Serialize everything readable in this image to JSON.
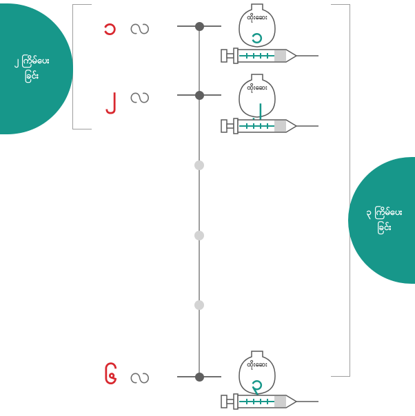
{
  "series_labels": {
    "two_dose": {
      "line1": "၂ ကြိမ်ပေး",
      "line2": "ခြင်း"
    },
    "three_dose": {
      "line1": "၃ ကြိမ်ပေး",
      "line2": "ခြင်း"
    }
  },
  "doses": [
    {
      "month": "၁",
      "unit": "လ",
      "vial_label": "ထိုးဆေး",
      "dose_number": "၁"
    },
    {
      "month": "၂",
      "unit": "လ",
      "vial_label": "ထိုးဆေး",
      "dose_number": "၂"
    },
    {
      "month": "၆",
      "unit": "လ",
      "vial_label": "ထိုးဆေး",
      "dose_number": "၃"
    }
  ],
  "colors": {
    "teal": "#17978a",
    "red": "#d8282f",
    "grey": "#6e6e6e"
  }
}
